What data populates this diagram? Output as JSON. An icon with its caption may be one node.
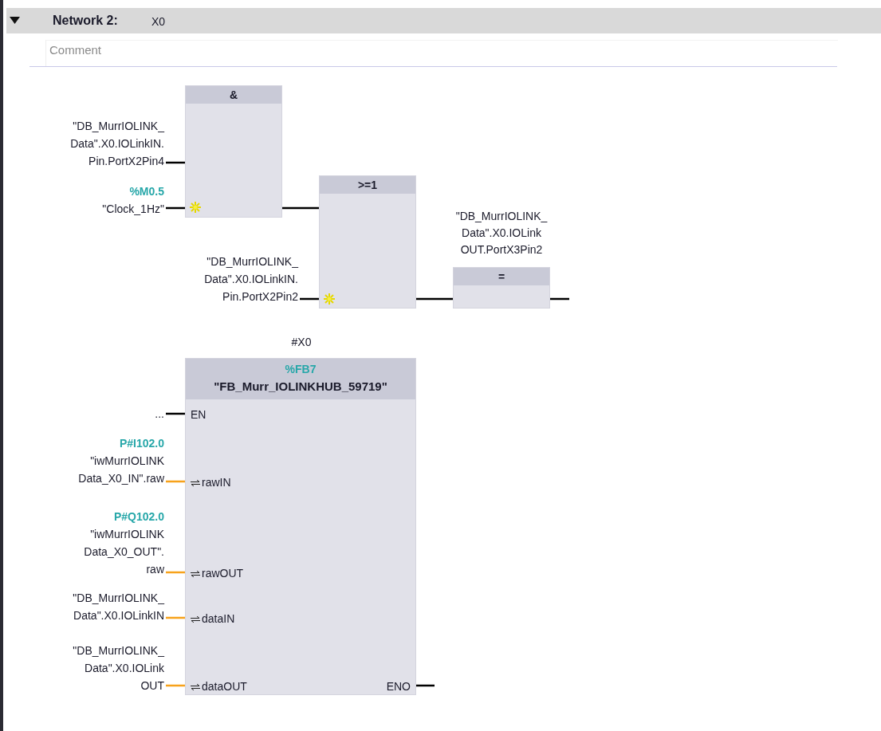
{
  "diagram": {
    "title": "Network 2:",
    "nodes": [
      {
        "text": [
          "\"DB_MurrIOLINK_ Data\".X0.IOLinkIN. Pin.PortX2Pin4"
        ]
      },
      {
        "text": [
          "%M0.5",
          "\"Clock_1Hz\""
        ]
      },
      {
        "text": [
          "&"
        ]
      },
      {
        "text": [
          "\"DB_MurrIOLINK_ Data\".X0.IOLinkIN. Pin.PortX2Pin2"
        ]
      },
      {
        "text": [
          ">=1"
        ]
      },
      {
        "text": [
          "="
        ],
        "beside": [
          "\"DB_MurrIOLINK_ Data\".X0.IOLink OUT.PortX3Pin2"
        ]
      },
      {
        "text": [
          "%FB7",
          "\"FB_Murr_IOLINKHUB_59719\""
        ],
        "beside": [
          "#X0"
        ]
      },
      {
        "text": [
          "EN"
        ],
        "in": 6
      },
      {
        "text": [
          "rawIN"
        ],
        "in": 6
      },
      {
        "text": [
          "rawOUT"
        ],
        "in": 6
      },
      {
        "text": [
          "dataIN"
        ],
        "in": 6
      },
      {
        "text": [
          "dataOUT"
        ],
        "in": 6
      },
      {
        "text": [
          "ENO"
        ],
        "in": 6
      },
      {
        "text": [
          "..."
        ]
      },
      {
        "text": [
          "P#I102.0",
          "\"iwMurrIOLINK Data_X0_IN\".raw"
        ]
      },
      {
        "text": [
          "P#Q102.0",
          "\"iwMurrIOLINK Data_X0_OUT\". raw"
        ]
      },
      {
        "text": [
          "\"DB_MurrIOLINK_ Data\".X0.IOLinkIN"
        ]
      },
      {
        "text": [
          "\"DB_MurrIOLINK_ Data\".X0.IOLink OUT"
        ]
      }
    ],
    "edges": [
      {
        "from": 0,
        "to": 2,
        "arrow": "none"
      },
      {
        "from": 1,
        "to": 2,
        "arrow": "none"
      },
      {
        "from": 2,
        "to": 4,
        "arrow": "none"
      },
      {
        "from": 3,
        "to": 4,
        "arrow": "none"
      },
      {
        "from": 4,
        "to": 5,
        "arrow": "none"
      },
      {
        "from": 5,
        "to": null,
        "arrow": "none"
      },
      {
        "from": 13,
        "to": 7,
        "arrow": "none"
      },
      {
        "from": 14,
        "to": 8,
        "arrow": "none",
        "color": "#f7a21b"
      },
      {
        "from": 15,
        "to": 9,
        "arrow": "none",
        "color": "#f7a21b"
      },
      {
        "from": 16,
        "to": 10,
        "arrow": "none",
        "color": "#f7a21b"
      },
      {
        "from": 17,
        "to": 11,
        "arrow": "none",
        "color": "#f7a21b"
      },
      {
        "from": 12,
        "to": null,
        "arrow": "none"
      }
    ],
    "labels": [
      "X0",
      "Comment"
    ]
  }
}
